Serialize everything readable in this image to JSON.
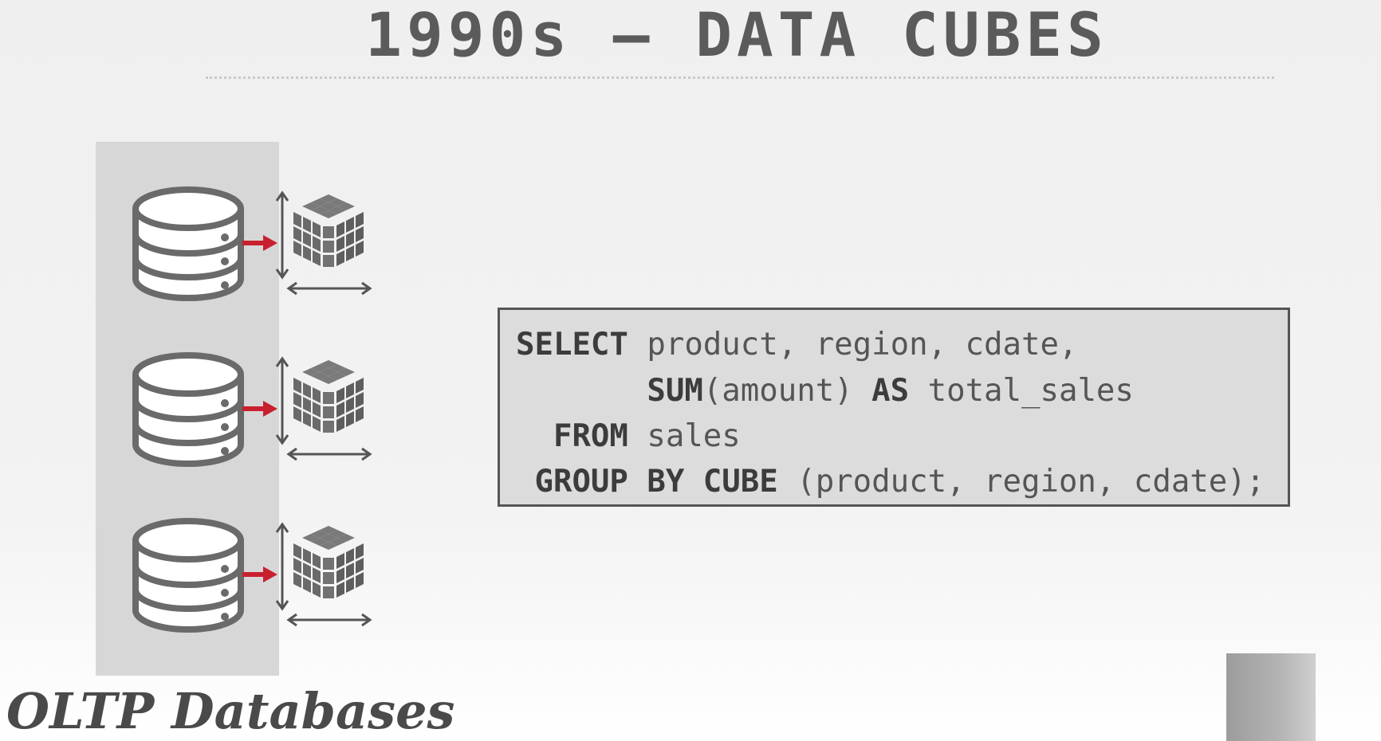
{
  "slide": {
    "title": "1990s – DATA CUBES",
    "panel_label": "OLTP Databases"
  },
  "diagram": {
    "database_count": 3,
    "icons": [
      "database-icon",
      "arrow-right-icon",
      "data-cube-icon",
      "vertical-double-arrow-icon",
      "horizontal-double-arrow-icon"
    ],
    "colors": {
      "arrow": "#c8202f",
      "icon": "#6a6a6a",
      "panel": "#d7d7d7"
    }
  },
  "query": {
    "line1": {
      "kw": "SELECT",
      "rest": " product, region, cdate,"
    },
    "line2": {
      "indent": "       ",
      "kw1": "SUM",
      "mid": "(amount) ",
      "kw2": "AS",
      "rest": " total_sales"
    },
    "line3": {
      "indent": "  ",
      "kw": "FROM",
      "rest": " sales"
    },
    "line4": {
      "indent": " ",
      "kw": "GROUP BY CUBE",
      "rest": " (product, region, cdate);"
    }
  }
}
